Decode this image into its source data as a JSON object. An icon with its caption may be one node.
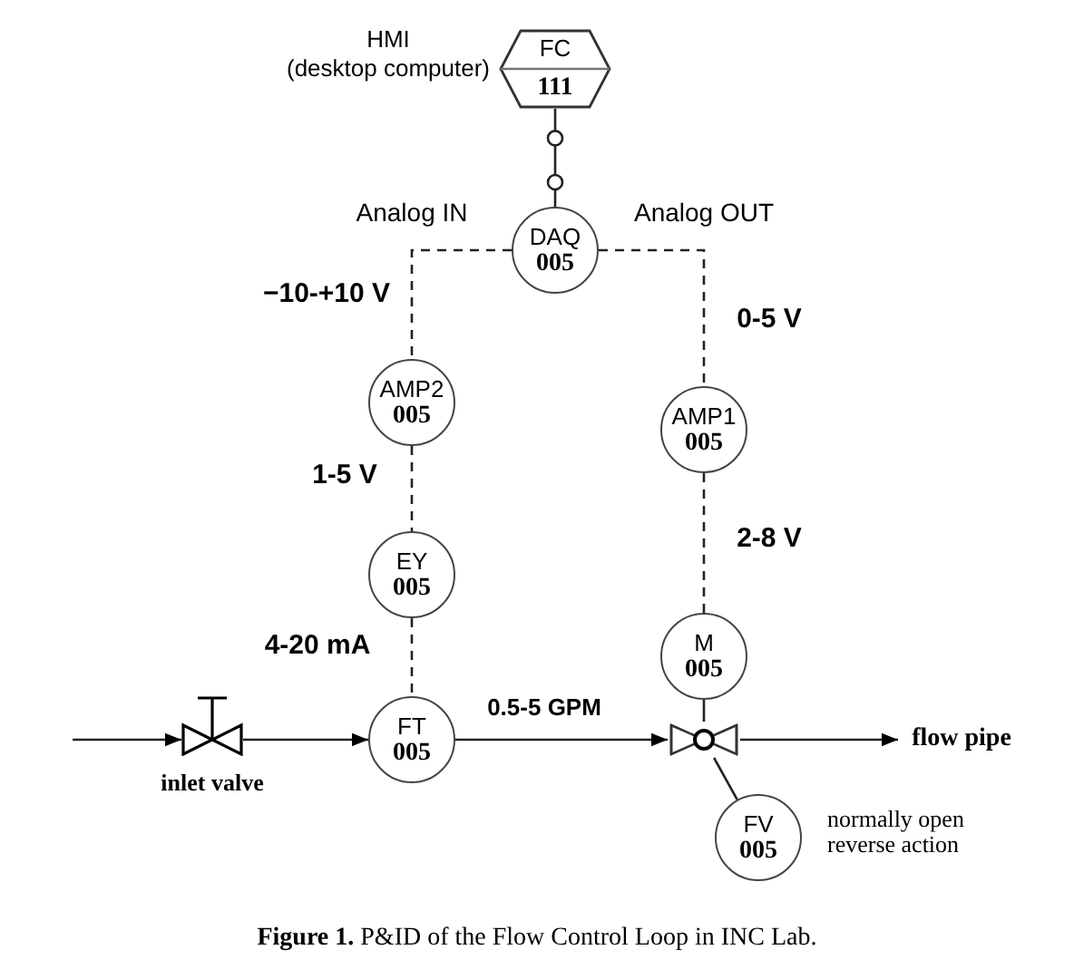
{
  "diagram": {
    "caption": "**Figure 1.** P&ID of the Flow Control Loop in INC Lab.",
    "nodes": [
      {
        "text": [
          "FC",
          "111"
        ],
        "beside": [
          "HMI",
          "(desktop computer)"
        ]
      },
      {
        "text": [
          "DAQ",
          "005"
        ]
      },
      {
        "text": [
          "AMP2",
          "005"
        ]
      },
      {
        "text": [
          "EY",
          "005"
        ]
      },
      {
        "text": [
          "FT",
          "005"
        ]
      },
      {
        "text": [
          "AMP1",
          "005"
        ]
      },
      {
        "text": [
          "M",
          "005"
        ]
      },
      {
        "text": [],
        "shape": "valve"
      },
      {
        "text": [
          "FV",
          "005"
        ],
        "beside": [
          "normally open reverse action"
        ]
      },
      {
        "text": [],
        "shape": "valve",
        "beside": [
          "inlet valve"
        ]
      },
      {
        "text": [
          "flow pipe"
        ]
      }
    ],
    "edges": [
      {
        "from": 0,
        "to": 1,
        "arrow": "none"
      },
      {
        "from": 1,
        "to": 2,
        "arrow": "none",
        "style": "dashed",
        "label": "−10-+10 V"
      },
      {
        "from": 2,
        "to": 3,
        "arrow": "none",
        "style": "dashed",
        "label": "1-5 V"
      },
      {
        "from": 3,
        "to": 4,
        "arrow": "none",
        "style": "dashed",
        "label": "4-20 mA"
      },
      {
        "from": 1,
        "to": 5,
        "arrow": "none",
        "style": "dashed",
        "label": "0-5 V"
      },
      {
        "from": 5,
        "to": 6,
        "arrow": "none",
        "style": "dashed",
        "label": "2-8 V"
      },
      {
        "from": 6,
        "to": 7,
        "arrow": "none"
      },
      {
        "from": null,
        "to": 9,
        "arrow": "to"
      },
      {
        "from": 9,
        "to": 4,
        "arrow": "to"
      },
      {
        "from": 4,
        "to": 7,
        "arrow": "to",
        "label": "0.5-5 GPM"
      },
      {
        "from": 7,
        "to": 10,
        "arrow": "to"
      },
      {
        "from": 8,
        "to": 7,
        "arrow": "none"
      }
    ],
    "labels": [
      "Analog IN",
      "Analog OUT"
    ]
  }
}
